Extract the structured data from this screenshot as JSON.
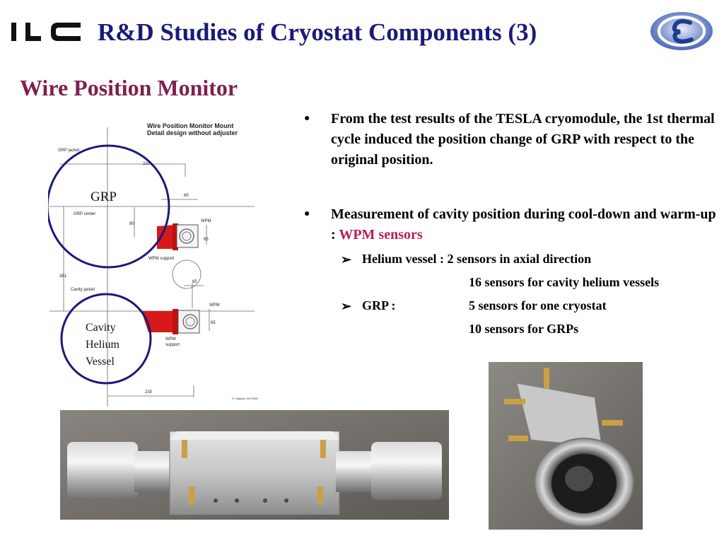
{
  "header": {
    "logo_left_text": "ILC",
    "title": "R&D Studies of Cryostat Components (3)"
  },
  "section_heading": "Wire Position Monitor",
  "bullets": [
    {
      "text": "From the test results of the TESLA cryomodule, the 1st thermal cycle induced the position change of GRP with respect to the original position."
    },
    {
      "text": "Measurement of cavity position during cool-down and warm-up :",
      "highlight": "WPM sensors",
      "sub_items": [
        {
          "label": "Helium vessel : 2 sensors in axial direction",
          "continuation": "16 sensors for cavity helium vessels"
        },
        {
          "label": "GRP :",
          "value": "5 sensors for one cryostat",
          "continuation": "10 sensors for GRPs"
        }
      ]
    }
  ],
  "drawing": {
    "title_line1": "Wire Position Monitor Mount",
    "title_line2": "Detail design without adjuster",
    "labels": {
      "grp_jacket": "GRP jacket",
      "grp_center": "GRP center",
      "cavity_jacket": "Cavity jacket",
      "wpm": "WPM",
      "wpm2": "WPM",
      "wpm_support": "WPM support",
      "wpm_support2_line1": "WPM",
      "wpm_support2_line2": "support",
      "dim_210": "210",
      "dim_65a": "65",
      "dim_80": "80",
      "dim_65b": "65",
      "dim_65c": "65",
      "dim_65d": "65",
      "dim_381": "381",
      "dim_230": "230",
      "signature": "H. Hayano 11/72005"
    },
    "circle_grp_label": "GRP",
    "circle_cavity_label_1": "Cavity",
    "circle_cavity_label_2": "Helium",
    "circle_cavity_label_3": "Vessel"
  },
  "colors": {
    "title": "#1a1a7a",
    "section_heading": "#7f1f4f",
    "highlight": "#b3205a",
    "circle_outline": "#1a1a7a",
    "mount_red": "#d61a1a"
  }
}
